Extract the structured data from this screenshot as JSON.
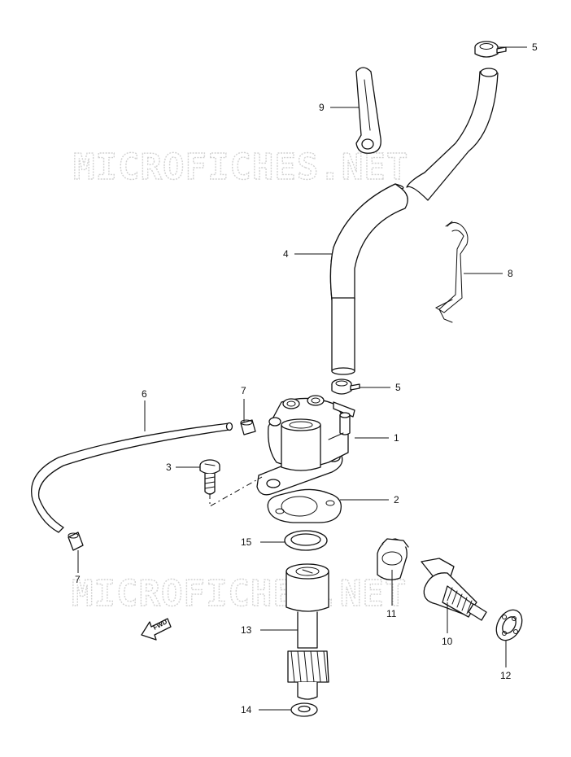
{
  "watermarks": [
    "MICROFICHES.NET",
    "MICROFICHES.NET"
  ],
  "direction_marker": {
    "label": "FWD",
    "icon": "forward-arrow-icon"
  },
  "callouts": [
    {
      "id": "c5a",
      "label": "5",
      "part": "hose-clamp"
    },
    {
      "id": "c9",
      "label": "9",
      "part": "hose-holder-strap"
    },
    {
      "id": "c4",
      "label": "4",
      "part": "bent-hose"
    },
    {
      "id": "c8",
      "label": "8",
      "part": "wire-clip"
    },
    {
      "id": "c5b",
      "label": "5",
      "part": "hose-clamp"
    },
    {
      "id": "c6",
      "label": "6",
      "part": "long-hose"
    },
    {
      "id": "c7a",
      "label": "7",
      "part": "hose-end-cap"
    },
    {
      "id": "c1",
      "label": "1",
      "part": "pump-housing"
    },
    {
      "id": "c3",
      "label": "3",
      "part": "bolt"
    },
    {
      "id": "c2",
      "label": "2",
      "part": "gasket"
    },
    {
      "id": "c15",
      "label": "15",
      "part": "seal-ring"
    },
    {
      "id": "c7b",
      "label": "7",
      "part": "hose-end-cap"
    },
    {
      "id": "c11",
      "label": "11",
      "part": "retainer-clip"
    },
    {
      "id": "c10",
      "label": "10",
      "part": "driven-gear"
    },
    {
      "id": "c13",
      "label": "13",
      "part": "drive-shaft-gear"
    },
    {
      "id": "c12",
      "label": "12",
      "part": "bearing"
    },
    {
      "id": "c14",
      "label": "14",
      "part": "washer"
    }
  ]
}
